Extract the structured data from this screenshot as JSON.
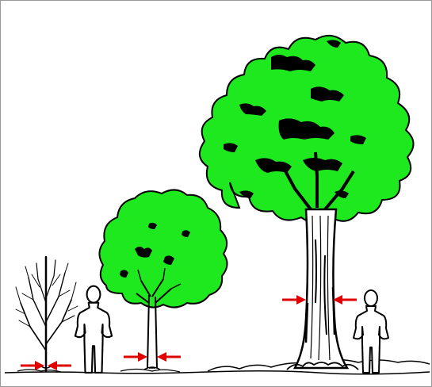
{
  "illustration": {
    "subject": "tree-growth-trunk-diameter-comparison",
    "stages": [
      {
        "name": "sapling",
        "foliage": "bare"
      },
      {
        "name": "young-tree",
        "foliage": "leafy"
      },
      {
        "name": "mature-tree",
        "foliage": "leafy"
      }
    ],
    "figures": 2,
    "colors": {
      "foliage": "#1ee81e",
      "outline": "#000000",
      "arrow": "#e00000",
      "background": "#ffffff",
      "border": "#9a9a9a"
    }
  }
}
